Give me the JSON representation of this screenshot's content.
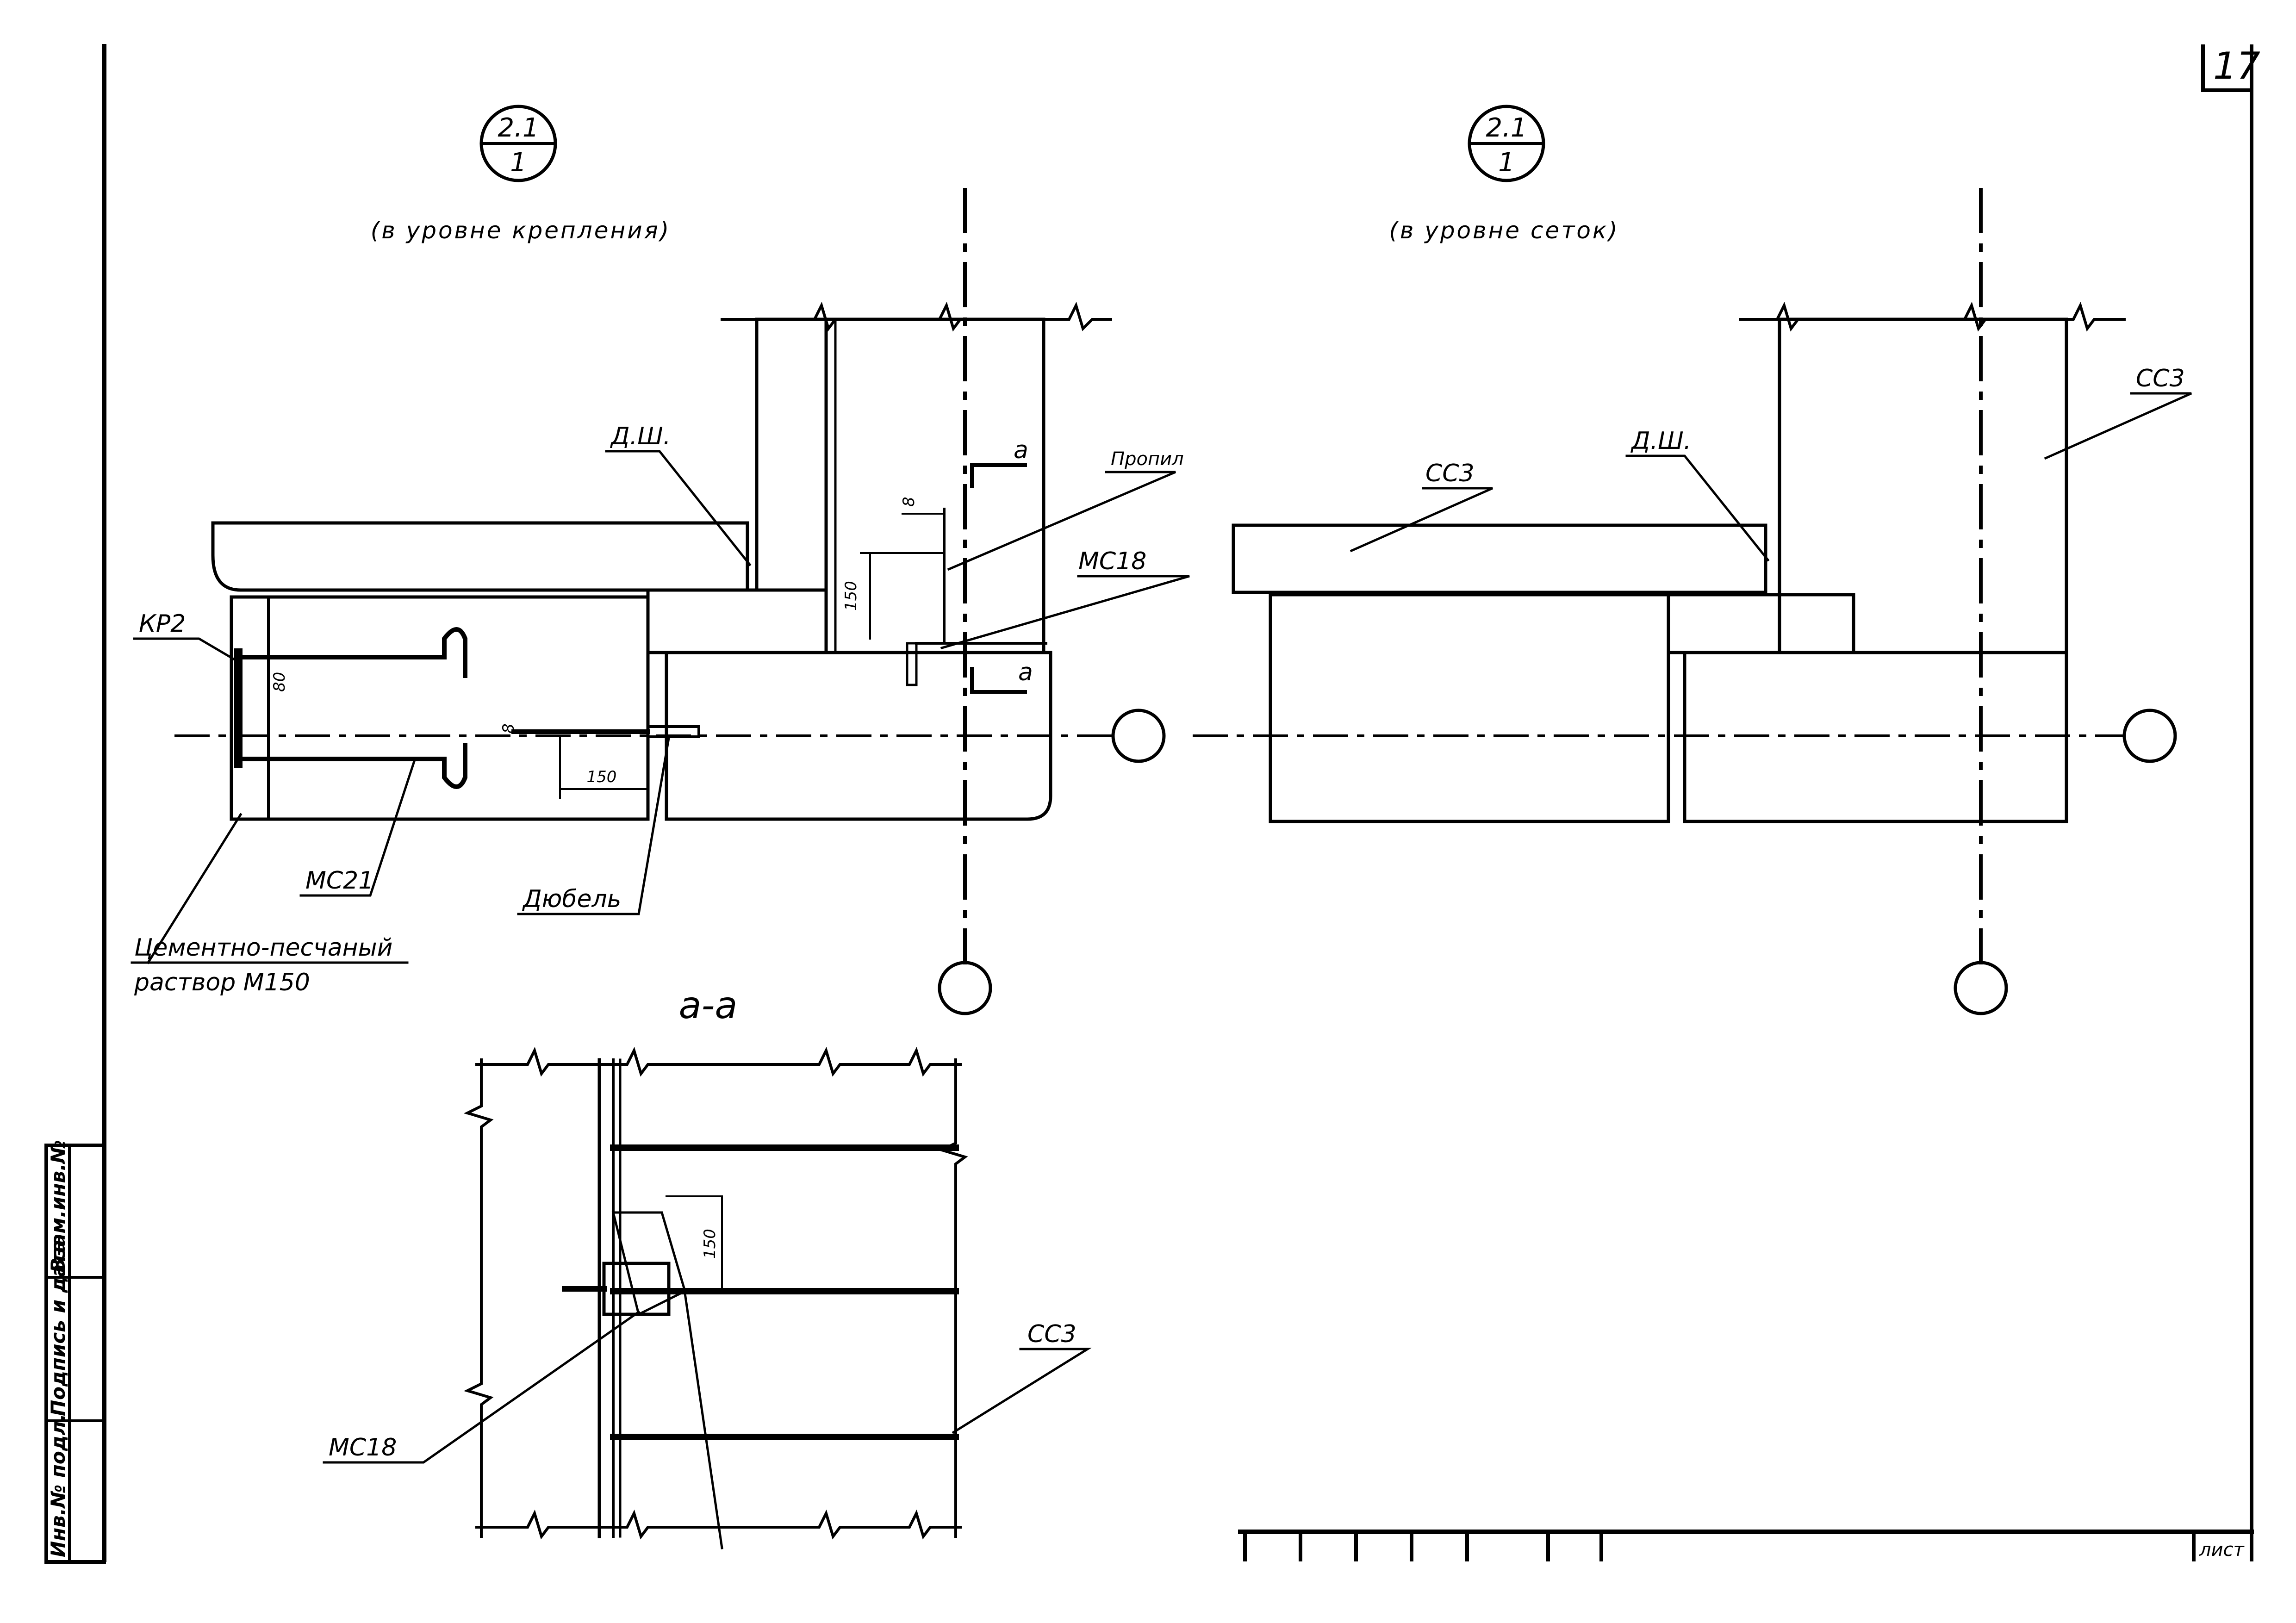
{
  "sheet": {
    "page_number": "17",
    "list_label": "лист"
  },
  "views": {
    "left": {
      "bubble_top": "2.1",
      "bubble_bottom": "1",
      "caption": "(в уровне крепления)"
    },
    "right": {
      "bubble_top": "2.1",
      "bubble_bottom": "1",
      "caption": "(в уровне сеток)"
    },
    "section": {
      "title": "а-а"
    }
  },
  "labels": {
    "dsh_left": "Д.Ш.",
    "kr2": "КР2",
    "mc21": "МС21",
    "dowel": "Дюбель",
    "mortar_line1": "Цементно-песчаный",
    "mortar_line2": "раствор М150",
    "cut": "Пропил",
    "mc18_left": "МС18",
    "section_mark_top": "а",
    "section_mark_bottom": "а",
    "dsh_right": "Д.Ш.",
    "cc3_right_top": "СС3",
    "cc3_right_slab": "СС3",
    "cc3_section": "СС3",
    "mc18_section": "МС18"
  },
  "dimensions": {
    "d8_top": "8",
    "d150_vert": "150",
    "d150_horiz": "150",
    "d8_left": "8",
    "d80": "80",
    "d150_section": "150"
  },
  "stamp": {
    "field_1": "Инв.№ подл.",
    "field_2": "Подпись и дата",
    "field_3": "Взам.инв.№"
  }
}
